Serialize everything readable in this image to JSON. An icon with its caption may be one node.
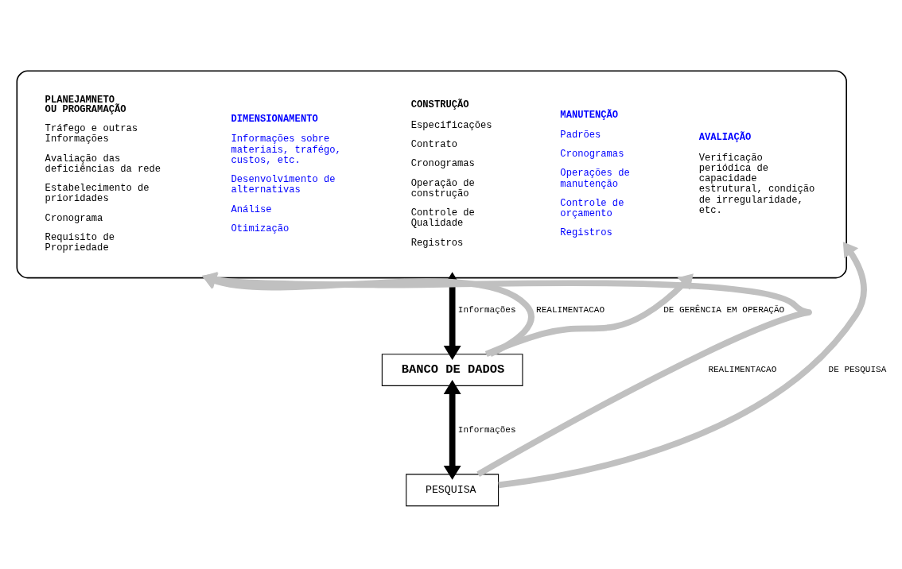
{
  "diagram": {
    "nodes": [
      {
        "text": [],
        "shape": "box"
      },
      {
        "text": [
          "PLANEJAMNETO OU PROGRAMAÇÃO",
          "Tráfego e outras Informações",
          "Avaliação das deficiências da rede",
          "Estabelecimento de prioridades",
          "Cronograma",
          "Requisito de Propriedade"
        ],
        "in": 0
      },
      {
        "text": [
          "DIMENSIONAMENTO",
          "Informações sobre materiais, trafégo, custos, etc.",
          "Desenvolvimento de alternativas",
          "Análise",
          "Otimização"
        ],
        "in": 0
      },
      {
        "text": [
          "CONSTRUÇÃO",
          "Especificações",
          "Contrato",
          "Cronogramas",
          "Operação de construção",
          "Controle de Qualidade",
          "Registros"
        ],
        "in": 0
      },
      {
        "text": [
          "MANUTENÇÃO",
          "Padrões",
          "Cronogramas",
          "Operações de manutenção",
          "Controle de orçamento",
          "Registros"
        ],
        "in": 0
      },
      {
        "text": [
          "AVALIAÇÃO",
          "Verificação periódica de capacidade estrutural, condição de irregularidade, etc."
        ],
        "in": 0
      },
      {
        "text": [
          "BANCO DE DADOS"
        ]
      },
      {
        "text": [
          "PESQUISA"
        ]
      }
    ],
    "edges": [
      {
        "from": 0,
        "to": 6,
        "arrow": "both",
        "label": "Informações",
        "color": "#000000"
      },
      {
        "from": 6,
        "to": 0,
        "arrow": "to",
        "label": "REALIMENTACAO",
        "color": "#c0c0c0"
      },
      {
        "from": 6,
        "to": 0,
        "arrow": "to",
        "label": "DE GERÊNCIA EM OPERAÇÃO",
        "color": "#c0c0c0"
      },
      {
        "from": 6,
        "to": 7,
        "arrow": "both",
        "label": "Informações",
        "color": "#000000"
      },
      {
        "from": 7,
        "to": 0,
        "arrow": "to",
        "label": "REALIMENTACAO",
        "color": "#c0c0c0"
      },
      {
        "from": 7,
        "to": 0,
        "arrow": "to",
        "label": "DE PESQUISA",
        "color": "#c0c0c0"
      }
    ]
  }
}
